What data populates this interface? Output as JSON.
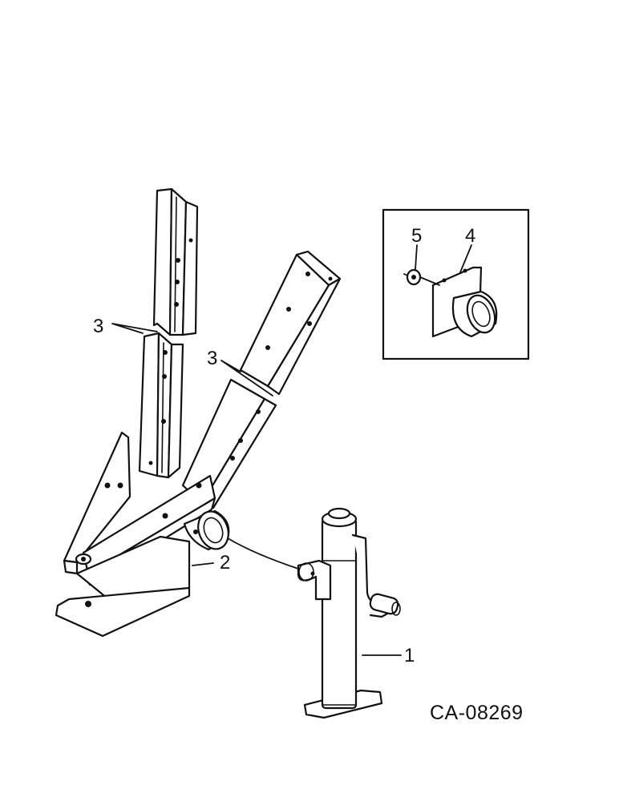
{
  "callouts": {
    "jack": "1",
    "mount_bracket": "2",
    "rail_left": "3",
    "rail_right": "3",
    "inset_mount_plate": "4",
    "inset_washer": "5"
  },
  "drawing_id": "CA-08269",
  "inset": {
    "frame": "boxed-detail"
  },
  "colors": {
    "line": "#111111",
    "background": "#ffffff"
  }
}
